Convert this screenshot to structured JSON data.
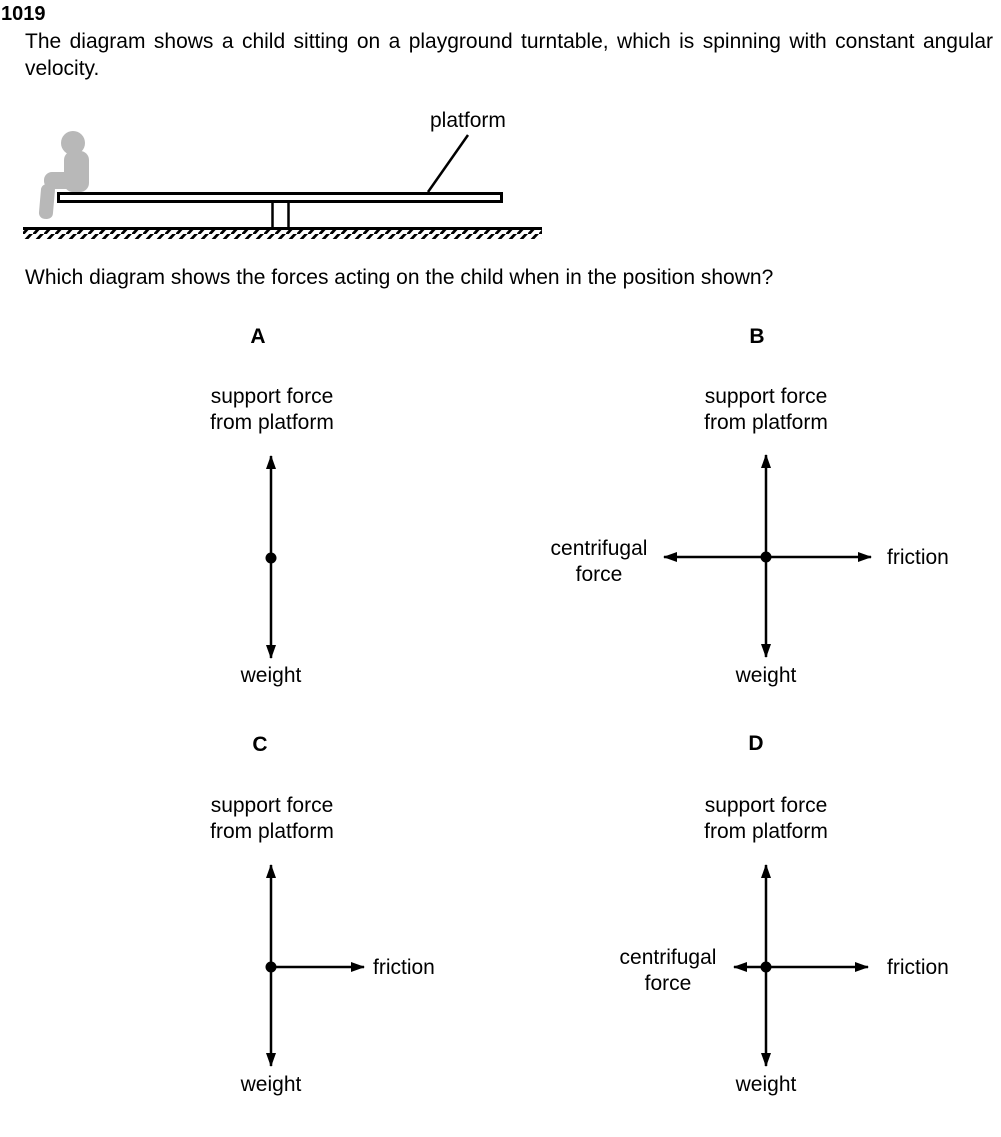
{
  "question": {
    "number": "1019",
    "intro": "The diagram shows a child sitting on a playground turntable, which is spinning with constant angular velocity.",
    "prompt": "Which diagram shows the forces acting on the child when in the position shown?"
  },
  "figure": {
    "platform_label": "platform",
    "child_color": "#b8b8b8",
    "line_color": "#000000"
  },
  "options": [
    {
      "id": "A",
      "up": "support force\nfrom platform",
      "down": "weight",
      "arrow_directions": [
        "up",
        "down"
      ]
    },
    {
      "id": "B",
      "up": "support force\nfrom platform",
      "down": "weight",
      "left": "centrifugal\nforce",
      "right": "friction",
      "arrow_directions": [
        "up",
        "down",
        "left",
        "right"
      ],
      "left_arrow_style": "full"
    },
    {
      "id": "C",
      "up": "support force\nfrom platform",
      "down": "weight",
      "right": "friction",
      "arrow_directions": [
        "up",
        "down",
        "right"
      ]
    },
    {
      "id": "D",
      "up": "support force\nfrom platform",
      "down": "weight",
      "left": "centrifugal\nforce",
      "right": "friction",
      "arrow_directions": [
        "up",
        "down",
        "left",
        "right"
      ],
      "left_arrow_style": "short"
    }
  ]
}
